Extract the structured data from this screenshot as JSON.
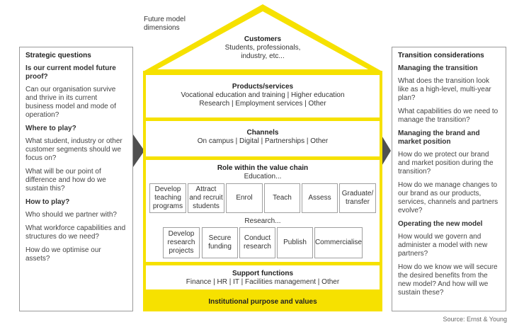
{
  "diagram_title": "Future model dimensions",
  "source": "Source: Ernst & Young",
  "colors": {
    "accent": "#f6e100",
    "arrow": "#505050",
    "border": "#9a9a9a"
  },
  "left_panel": {
    "title": "Strategic questions",
    "items": [
      {
        "kind": "q",
        "text": "Is our current model future proof?"
      },
      {
        "kind": "t",
        "text": "Can our organisation survive and thrive in its current business model and mode of operation?"
      },
      {
        "kind": "q",
        "text": "Where to play?"
      },
      {
        "kind": "t",
        "text": "What student, industry or other customer segments should we focus on?"
      },
      {
        "kind": "t",
        "text": "What will be our point of difference and how do we sustain this?"
      },
      {
        "kind": "q",
        "text": "How to play?"
      },
      {
        "kind": "t",
        "text": "Who should we partner with?"
      },
      {
        "kind": "t",
        "text": "What workforce capabilities and structures do we need?"
      },
      {
        "kind": "t",
        "text": "How do we optimise our assets?"
      }
    ]
  },
  "right_panel": {
    "title": "Transition considerations",
    "items": [
      {
        "kind": "q",
        "text": "Managing the transition"
      },
      {
        "kind": "t",
        "text": "What does the transition look like as a high-level, multi-year plan?"
      },
      {
        "kind": "t",
        "text": "What capabilities do we need to manage the transition?"
      },
      {
        "kind": "q",
        "text": "Managing the brand and market position"
      },
      {
        "kind": "t",
        "text": "How do we protect our brand and market position during the transition?"
      },
      {
        "kind": "t",
        "text": "How do we manage changes to our brand as our products, services, channels and partners evolve?"
      },
      {
        "kind": "q",
        "text": "Operating the new model"
      },
      {
        "kind": "t",
        "text": "How would we govern and administer a model with new partners?"
      },
      {
        "kind": "t",
        "text": "How do we know we will secure the desired benefits from the new model? And how will we sustain these?"
      }
    ]
  },
  "roof": {
    "title": "Customers",
    "line1": "Students, professionals,",
    "line2": "industry, etc..."
  },
  "products": {
    "title": "Products/services",
    "line1": "Vocational education and training | Higher education",
    "line2": "Research | Employment services | Other"
  },
  "channels": {
    "title": "Channels",
    "line1": "On campus | Digital | Partnerships | Other"
  },
  "value_chain": {
    "title": "Role within the value chain",
    "education_label": "Education...",
    "education": [
      "Develop teaching programs",
      "Attract and recruit students",
      "Enrol",
      "Teach",
      "Assess",
      "Graduate/ transfer"
    ],
    "research_label": "Research...",
    "research": [
      "Develop research projects",
      "Secure funding",
      "Conduct research",
      "Publish",
      "Commercialise"
    ]
  },
  "support": {
    "title": "Support functions",
    "line1": "Finance | HR | IT | Facilities management | Other"
  },
  "foundation": "Institutional purpose and values"
}
